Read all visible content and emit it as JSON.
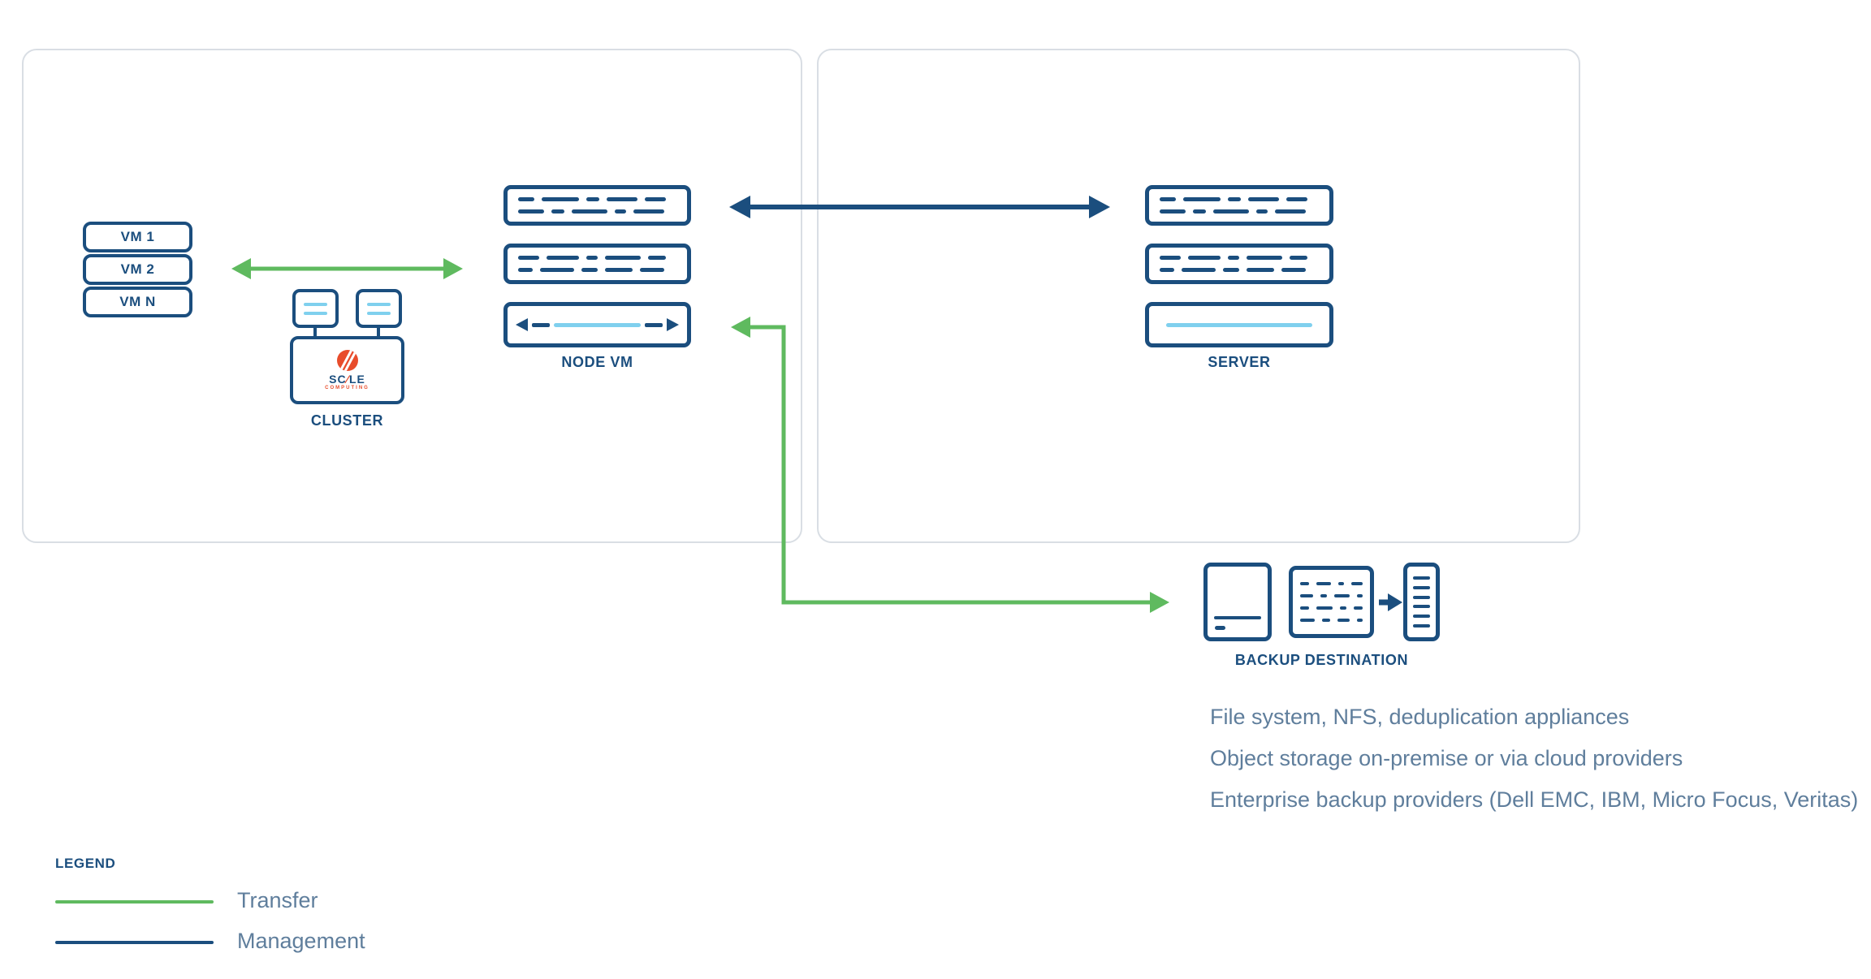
{
  "colors": {
    "navy": "#1b4e7e",
    "green": "#5fba5f",
    "light_blue": "#7fd0ee",
    "steel_text": "#5f7e9c",
    "logo_orange": "#e84c2b",
    "panel_border": "#d9dee4"
  },
  "vm_stack": {
    "items": [
      "VM 1",
      "VM 2",
      "VM N"
    ]
  },
  "cluster": {
    "label": "CLUSTER",
    "logo_part1": "SC",
    "logo_slash": "∕",
    "logo_part2": "LE",
    "logo_subtitle": "COMPUTING"
  },
  "node_vm": {
    "label": "NODE VM"
  },
  "server": {
    "label": "SERVER"
  },
  "backup_destination": {
    "label": "BACKUP DESTINATION",
    "descriptions": [
      "File system, NFS, deduplication appliances",
      "Object storage on-premise or via cloud providers",
      "Enterprise backup providers (Dell EMC, IBM, Micro Focus, Veritas)"
    ]
  },
  "legend": {
    "title": "LEGEND",
    "items": [
      {
        "label": "Transfer",
        "color": "#5fba5f"
      },
      {
        "label": "Management",
        "color": "#1b4e7e"
      }
    ]
  }
}
